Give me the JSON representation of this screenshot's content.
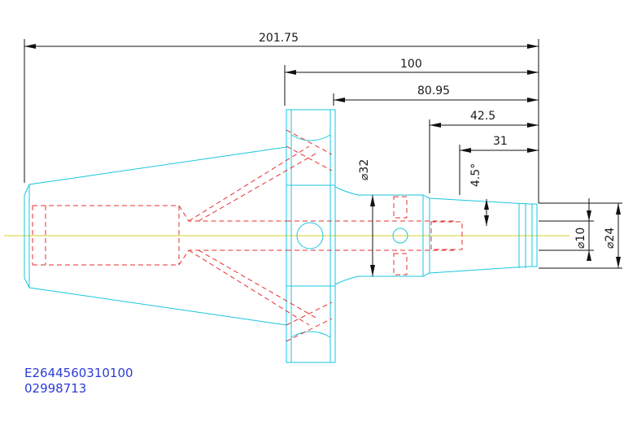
{
  "dimensions": {
    "overall_length": "201.75",
    "length_100": "100",
    "length_80_95": "80.95",
    "length_42_5": "42.5",
    "length_31": "31",
    "angle": "4.5°",
    "dia_32": "⌀32",
    "dia_10": "⌀10",
    "dia_24": "⌀24"
  },
  "codes": {
    "line1": "E2644560310100",
    "line2": "02998713"
  },
  "colors": {
    "outline": "#19c6e0",
    "hidden": "#e53030",
    "dimension": "#111111",
    "centerline": "#d6cf2a",
    "code_text": "#2b3bd6"
  }
}
